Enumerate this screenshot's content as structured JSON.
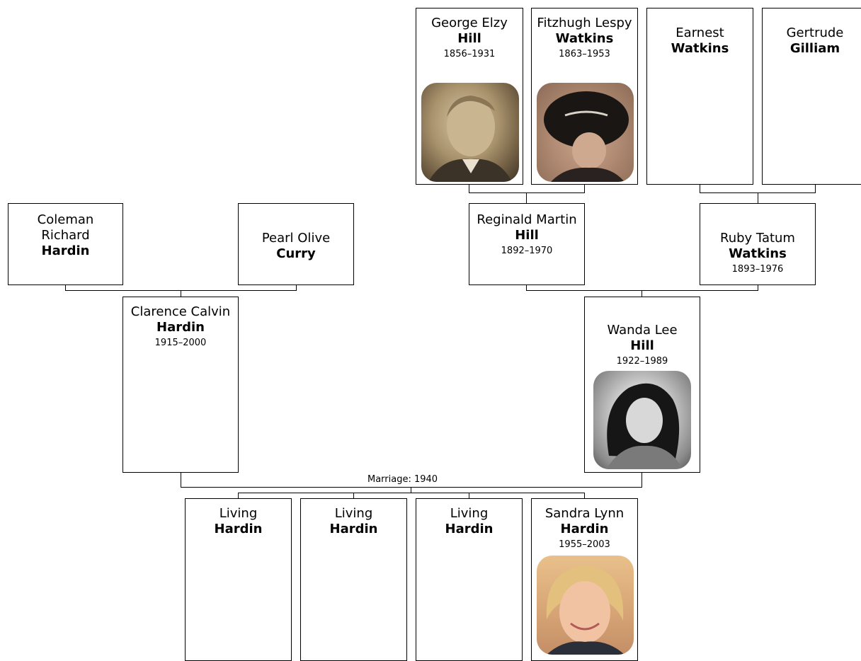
{
  "people": {
    "george": {
      "given": "George Elzy",
      "surname": "Hill",
      "years": "1856–1931"
    },
    "fitzhugh": {
      "given": "Fitzhugh Lespy",
      "surname": "Watkins",
      "years": "1863–1953"
    },
    "earnest": {
      "given": "Earnest",
      "surname": "Watkins",
      "years": ""
    },
    "gertrude": {
      "given": "Gertrude",
      "surname": "Gilliam",
      "years": ""
    },
    "coleman": {
      "given": "Coleman Richard",
      "surname": "Hardin",
      "years": ""
    },
    "pearl": {
      "given": "Pearl Olive",
      "surname": "Curry",
      "years": ""
    },
    "reginald": {
      "given": "Reginald Martin",
      "surname": "Hill",
      "years": "1892–1970"
    },
    "ruby": {
      "given": "Ruby Tatum",
      "surname": "Watkins",
      "years": "1893–1976"
    },
    "clarence": {
      "given": "Clarence Calvin",
      "surname": "Hardin",
      "years": "1915–2000"
    },
    "wanda": {
      "given": "Wanda Lee",
      "surname": "Hill",
      "years": "1922–1989"
    },
    "child1": {
      "given": "Living",
      "surname": "Hardin",
      "years": ""
    },
    "child2": {
      "given": "Living",
      "surname": "Hardin",
      "years": ""
    },
    "child3": {
      "given": "Living",
      "surname": "Hardin",
      "years": ""
    },
    "sandra": {
      "given": "Sandra Lynn",
      "surname": "Hardin",
      "years": "1955–2003"
    }
  },
  "marriage_label": "Marriage: 1940"
}
